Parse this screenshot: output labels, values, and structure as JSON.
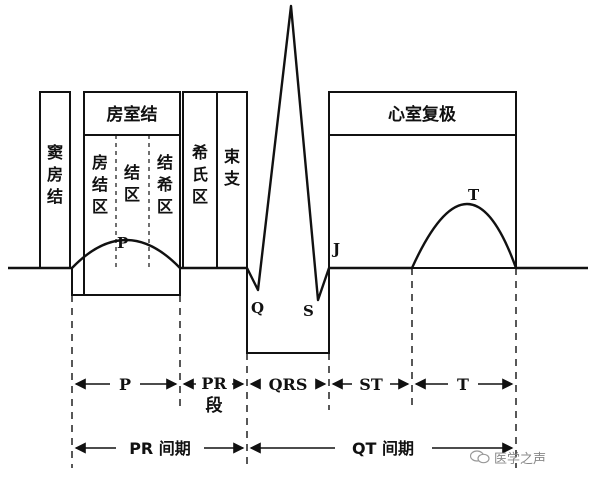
{
  "diagram": {
    "boxes": {
      "sa_node": "窦房结",
      "av_node": "房室结",
      "atrio_nodal": "房结区",
      "nodal": "结区",
      "nodo_his": "结希区",
      "his": "希氏区",
      "bundle": "束支",
      "ventricular_repol": "心室复极"
    },
    "wave_labels": {
      "p": "P",
      "q": "Q",
      "s": "S",
      "j": "J",
      "t": "T"
    },
    "intervals": {
      "p": "P",
      "pr_segment_line1": "PR",
      "pr_segment_line2": "段",
      "qrs": "QRS",
      "st": "ST",
      "t": "T",
      "pr_interval": "PR 间期",
      "qt_interval": "QT 间期"
    },
    "watermark": "医学之声"
  }
}
